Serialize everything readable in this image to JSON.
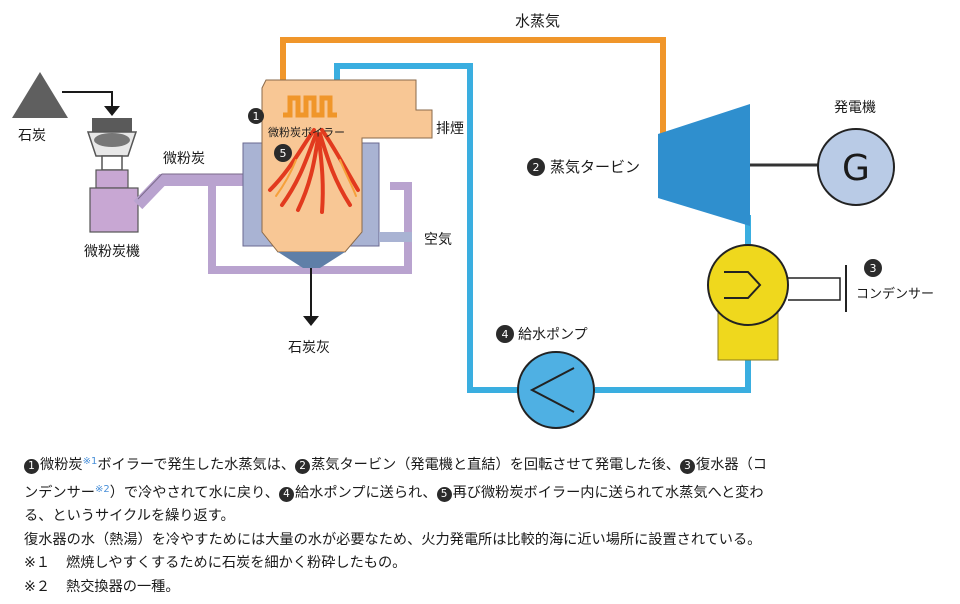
{
  "diagram": {
    "steam_label": "水蒸気",
    "coal_label": "石炭",
    "pulverized_coal_label": "微粉炭",
    "pulverizer_label": "微粉炭機",
    "boiler_label": "微粉炭ボイラー",
    "exhaust_label": "排煙",
    "air_label": "空気",
    "ash_label": "石炭灰",
    "turbine_label": "蒸気タービン",
    "generator_label": "発電機",
    "generator_symbol": "G",
    "condenser_label": "コンデンサー",
    "pump_label": "給水ポンプ",
    "markers": [
      "1",
      "2",
      "3",
      "4",
      "5"
    ],
    "colors": {
      "steam_pipe": "#f0962a",
      "water_pipe": "#3aaee0",
      "boiler": "#f8c795",
      "duct": "#b9a3cf",
      "casing": "#a9b3d3",
      "flame": "#e23a1e",
      "turbine": "#2f8fce",
      "generator": "#b9cbe6",
      "condenser": "#efd81d",
      "pump": "#4fb0e3"
    }
  },
  "caption": {
    "line1_a": "微粉炭",
    "line1_sup1": "※1",
    "line1_b": "ボイラーで発生した水蒸気は、",
    "line1_c": "蒸気タービン（発電機と直結）を回転させて発電した後、",
    "line1_d": "復水器（コ",
    "line2_a": "ンデンサー",
    "line2_sup2": "※2",
    "line2_b": "）で冷やされて水に戻り、",
    "line2_c": "給水ポンプに送られ、",
    "line2_d": "再び微粉炭ボイラー内に送られて水蒸気へと変わ",
    "line3": "る、というサイクルを繰り返す。",
    "line4": "復水器の水（熱湯）を冷やすためには大量の水が必要なため、火力発電所は比較的海に近い場所に設置されている。",
    "note1_mark": "※１",
    "note1_text": "燃焼しやすくするために石炭を細かく粉砕したもの。",
    "note2_mark": "※２",
    "note2_text": "熱交換器の一種。"
  }
}
